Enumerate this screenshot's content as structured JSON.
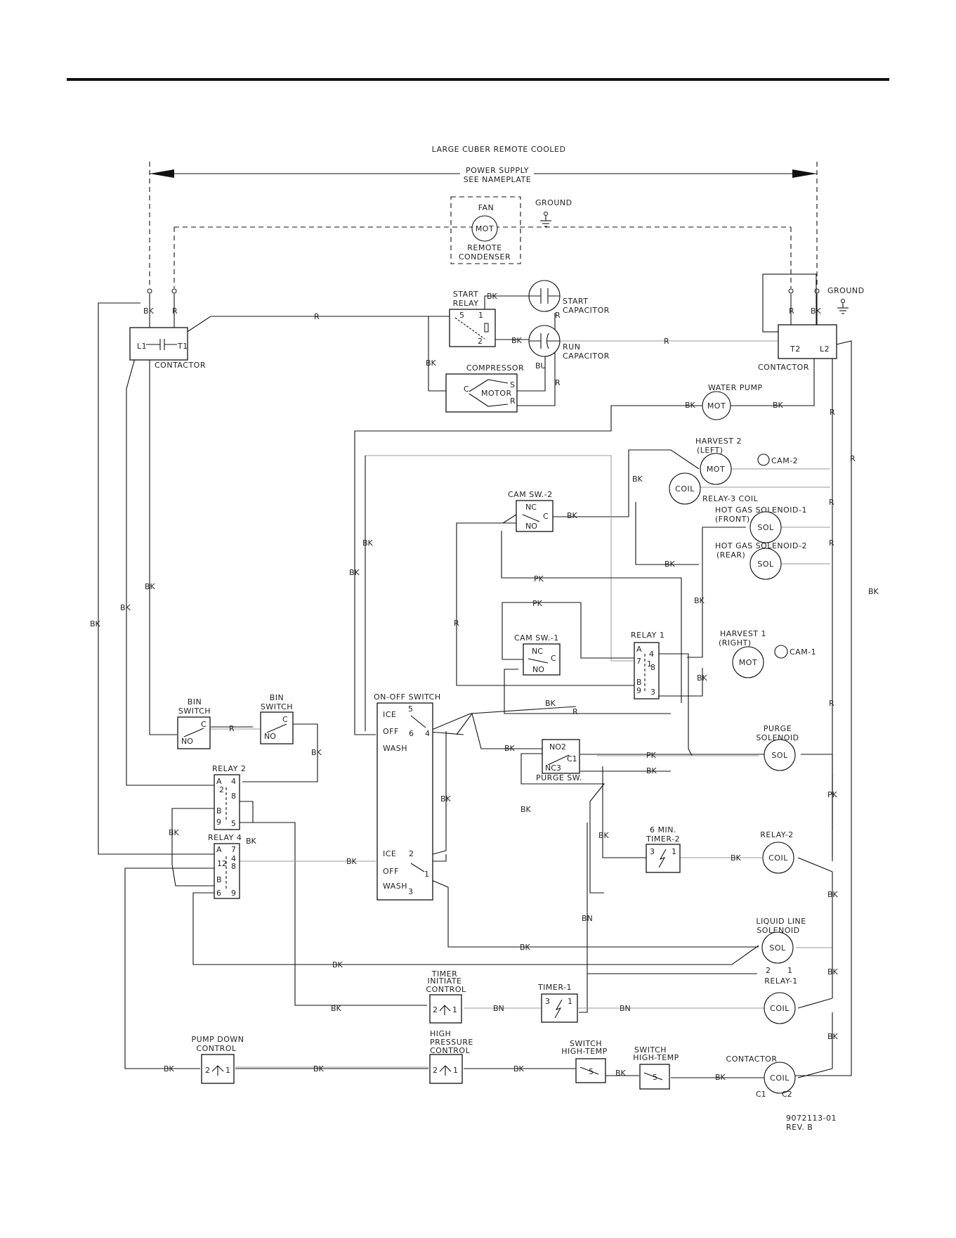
{
  "title": "LARGE CUBER REMOTE COOLED",
  "power": {
    "line1": "POWER SUPPLY",
    "line2": "SEE NAMEPLATE"
  },
  "ground_labels": {
    "top": "GROUND",
    "right": "GROUND"
  },
  "fan": {
    "title": "FAN",
    "motor": "MOT",
    "line1": "REMOTE",
    "line2": "CONDENSER"
  },
  "start_relay": {
    "line1": "START",
    "line2": "RELAY",
    "pins": [
      "5",
      "1",
      "2"
    ]
  },
  "start_capacitor": {
    "line1": "START",
    "line2": "CAPACITOR"
  },
  "run_capacitor": {
    "line1": "RUN",
    "line2": "CAPACITOR"
  },
  "compressor": {
    "title": "COMPRESSOR",
    "motor": "MOTOR",
    "pins": [
      "C",
      "S",
      "R"
    ]
  },
  "contactor_left": {
    "title": "CONTACTOR",
    "t1": "L1",
    "t2": "T1"
  },
  "contactor_right": {
    "title": "CONTACTOR",
    "t1": "T2",
    "t2": "L2"
  },
  "water_pump": {
    "title": "WATER PUMP",
    "motor": "MOT"
  },
  "harvest2": {
    "line1": "HARVEST 2",
    "line2": "(LEFT)",
    "motor": "MOT",
    "cam": "CAM-2"
  },
  "relay3": {
    "coil": "COIL",
    "title": "RELAY-3 COIL"
  },
  "camsw2": {
    "title": "CAM SW.-2",
    "nc": "NC",
    "no": "NO",
    "c": "C"
  },
  "hot_gas1": {
    "line1": "HOT GAS SOLENOID-1",
    "line2": "(FRONT)",
    "sol": "SOL"
  },
  "hot_gas2": {
    "line1": "HOT GAS SOLENOID-2",
    "line2": "(REAR)",
    "sol": "SOL"
  },
  "camsw1": {
    "title": "CAM SW.-1",
    "nc": "NC",
    "no": "NO",
    "c": "C"
  },
  "relay1_box": {
    "title": "RELAY 1",
    "pins": [
      "A",
      "4",
      "7",
      "1",
      "8",
      "B",
      "9",
      "3"
    ]
  },
  "harvest1": {
    "line1": "HARVEST 1",
    "line2": "(RIGHT)",
    "motor": "MOT",
    "cam": "CAM-1"
  },
  "bin_switch1": {
    "line1": "BIN",
    "line2": "SWITCH",
    "c": "C",
    "no": "NO"
  },
  "bin_switch2": {
    "line1": "BIN",
    "line2": "SWITCH",
    "c": "C",
    "no": "NO"
  },
  "onoff": {
    "title": "ON-OFF SWITCH",
    "top": {
      "ice": "ICE",
      "off": "OFF",
      "wash": "WASH",
      "p5": "5",
      "p6": "6",
      "p4": "4"
    },
    "bottom": {
      "ice": "ICE",
      "off": "OFF",
      "wash": "WASH",
      "p2": "2",
      "p1": "1",
      "p3": "3"
    }
  },
  "purge_switch": {
    "title": "PURGE SW.",
    "no2": "NO2",
    "nc3": "NC3",
    "c1": "C1"
  },
  "purge_solenoid": {
    "line1": "PURGE",
    "line2": "SOLENOID",
    "sol": "SOL"
  },
  "relay2_box": {
    "title": "RELAY 2",
    "pins": [
      "A",
      "4",
      "2",
      "8",
      "B",
      "9",
      "5"
    ]
  },
  "relay4_box": {
    "title": "RELAY 4",
    "pins": [
      "A",
      "7",
      "4",
      "12",
      "8",
      "B",
      "6",
      "9"
    ]
  },
  "timer2": {
    "line1": "6 MIN.",
    "line2": "TIMER-2",
    "p3": "3",
    "p1": "1"
  },
  "relay2_coil": {
    "title": "RELAY-2",
    "coil": "COIL"
  },
  "liquid_line": {
    "line1": "LIQUID LINE",
    "line2": "SOLENOID",
    "sol": "SOL",
    "p2": "2",
    "p1": "1"
  },
  "timer_initiate": {
    "line1": "TIMER",
    "line2": "INITIATE",
    "line3": "CONTROL",
    "p2": "2",
    "p1": "1"
  },
  "timer1": {
    "title": "TIMER-1",
    "p3": "3",
    "p1": "1"
  },
  "relay1_coil": {
    "title": "RELAY-1",
    "coil": "COIL"
  },
  "pump_down": {
    "line1": "PUMP DOWN",
    "line2": "CONTROL",
    "p2": "2",
    "p1": "1"
  },
  "high_pressure": {
    "line1": "HIGH",
    "line2": "PRESSURE",
    "line3": "CONTROL",
    "p2": "2",
    "p1": "1"
  },
  "high_temp1": {
    "line1": "SWITCH",
    "line2": "HIGH-TEMP",
    "p": "5"
  },
  "high_temp2": {
    "line1": "SWITCH",
    "line2": "HIGH-TEMP",
    "p": "5"
  },
  "contactor_coil": {
    "title": "CONTACTOR",
    "coil": "COIL",
    "c1": "C1",
    "c2": "C2"
  },
  "wire_colors": {
    "bk": "BK",
    "r": "R",
    "bu": "BU",
    "pk": "PK",
    "bn": "BN"
  },
  "part_number": {
    "line1": "9072113-01",
    "line2": "REV. B"
  }
}
